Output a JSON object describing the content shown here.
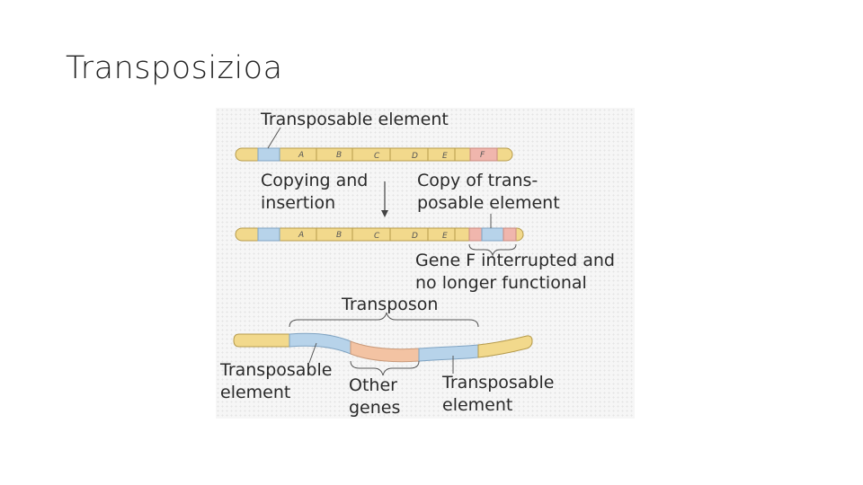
{
  "slide": {
    "title": "Transposizioa"
  },
  "figure": {
    "labels": {
      "transposable_element_top": "Transposable element",
      "copying_line1": "Copying and",
      "copying_line2": "insertion",
      "copy_line1": "Copy of trans-",
      "copy_line2": "posable element",
      "gene_f_line1": "Gene F interrupted and",
      "gene_f_line2": "no longer functional",
      "transposon": "Transposon",
      "bottom_te_left_line1": "Transposable",
      "bottom_te_left_line2": "element",
      "other_genes_line1": "Other",
      "other_genes_line2": "genes",
      "bottom_te_right_line1": "Transposable",
      "bottom_te_right_line2": "element"
    },
    "gene_letters": [
      "A",
      "B",
      "C",
      "D",
      "E",
      "F"
    ],
    "colors": {
      "dna": "#f2d98c",
      "dna_stroke": "#b59a4a",
      "transposable_element": "#b7d3ea",
      "gene_f": "#f0b6ad",
      "other_genes": "#f3c3a3",
      "text": "#2a2a2a"
    }
  }
}
